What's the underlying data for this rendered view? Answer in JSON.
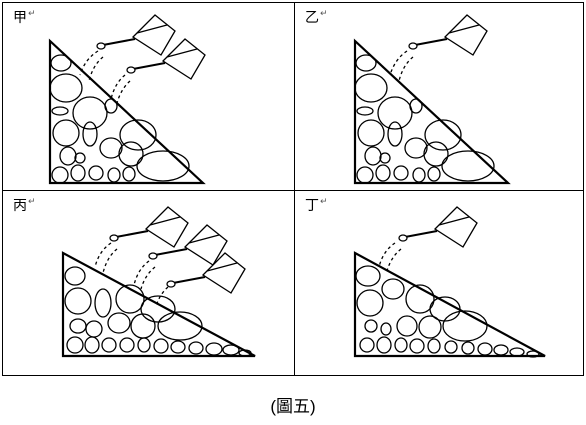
{
  "figure": {
    "panels": [
      {
        "label": "甲",
        "return_mark": "↵",
        "cans": 2
      },
      {
        "label": "乙",
        "return_mark": "↵",
        "cans": 1
      },
      {
        "label": "丙",
        "return_mark": "↵",
        "cans": 3
      },
      {
        "label": "丁",
        "return_mark": "↵",
        "cans": 1
      }
    ],
    "caption": "(圖五)"
  }
}
